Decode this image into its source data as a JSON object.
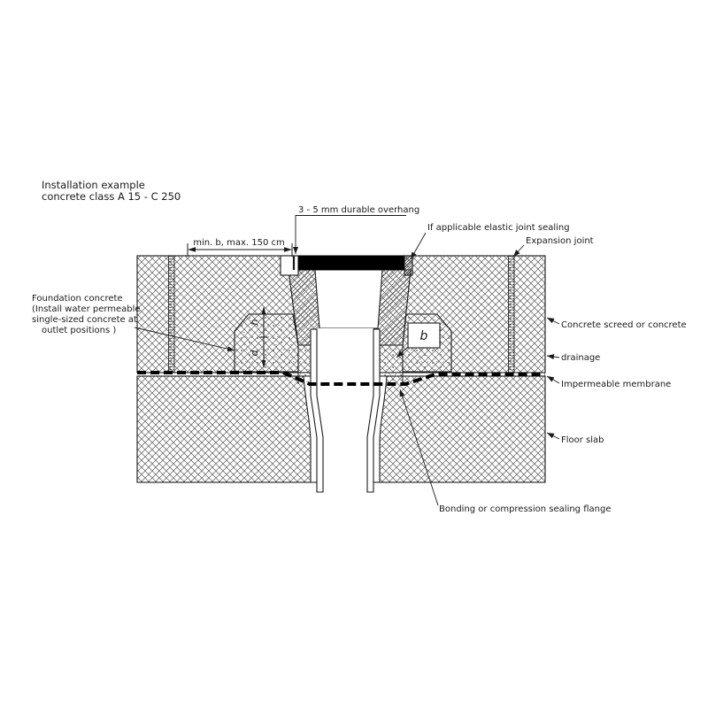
{
  "colors": {
    "line": "#1a1a1a",
    "background": "#ffffff",
    "grate_fill": "#000000"
  },
  "title": {
    "line1": "Installation example",
    "line2": "concrete class A 15 - C 250"
  },
  "labels": {
    "overhang": "3 - 5 mm durable overhang",
    "elastic_joint": "If applicable elastic joint sealing",
    "expansion_joint": "Expansion joint",
    "top_dimension": "min. b, max. 150 cm",
    "foundation": {
      "line1": "Foundation concrete",
      "line2": "(Install water permeable",
      "line3": "single-sized concrete at",
      "line4": "outlet positions )"
    },
    "concrete_screed": "Concrete screed or concrete",
    "drainage": "drainage",
    "impermeable_membrane": "Impermeable membrane",
    "floor_slab": "Floor slab",
    "sealing_flange": "Bonding or compression sealing flange",
    "dim_h": "h",
    "dim_d": "d",
    "dim_b": "b"
  }
}
